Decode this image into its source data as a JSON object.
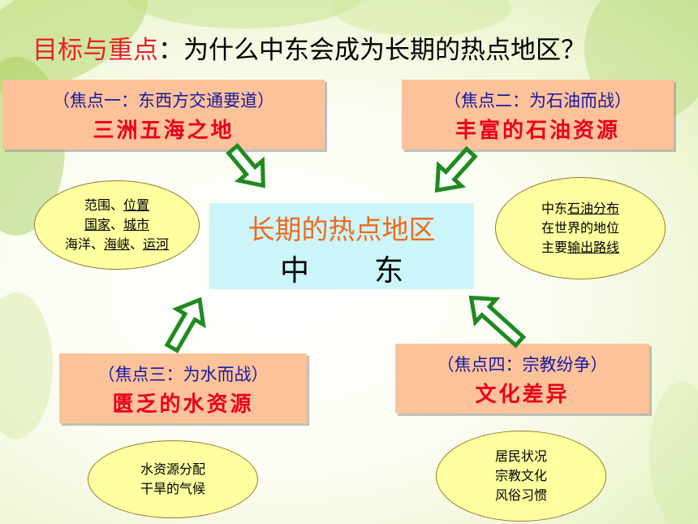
{
  "title": {
    "prefix": "目标与重点",
    "text": "：为什么中东会成为长期的热点地区？"
  },
  "center": {
    "title": "长期的热点地区",
    "char1": "中",
    "char2": "东"
  },
  "focus": [
    {
      "heading": "（焦点一：东西方交通要道）",
      "subtitle": "三洲五海之地"
    },
    {
      "heading": "（焦点二：为石油而战）",
      "subtitle": "丰富的石油资源"
    },
    {
      "heading": "（焦点三：为水而战）",
      "subtitle": "匮乏的水资源"
    },
    {
      "heading": "（焦点四：宗教纷争）",
      "subtitle": "文化差异"
    }
  ],
  "notes": {
    "one": {
      "l1a": "范围、",
      "l1b": "位置",
      "l2a": "国家",
      "l2b": "、",
      "l2c": "城市",
      "l3a": "海洋、",
      "l3b": "海峡",
      "l3c": "、",
      "l3d": "运河"
    },
    "two": {
      "l1a": "中东",
      "l1b": "石油分布",
      "l2": "在世界的地位",
      "l3a": "主要",
      "l3b": "输出路线"
    },
    "three": {
      "l1": "水资源分配",
      "l2": "干旱的气候"
    },
    "four": {
      "l1": "居民状况",
      "l2": "宗教文化",
      "l3": "风俗习惯"
    }
  },
  "colors": {
    "box_fill": "#fcc29a",
    "ellipse_fill": "#ffffa0",
    "center_fill": "#ccf5f9",
    "arrow_fill": "#ffffff",
    "arrow_stroke": "#1f8a1f",
    "accent_red": "#e8202a",
    "heading_blue": "#1a1aa0",
    "center_title_orange": "#f06a1c"
  }
}
